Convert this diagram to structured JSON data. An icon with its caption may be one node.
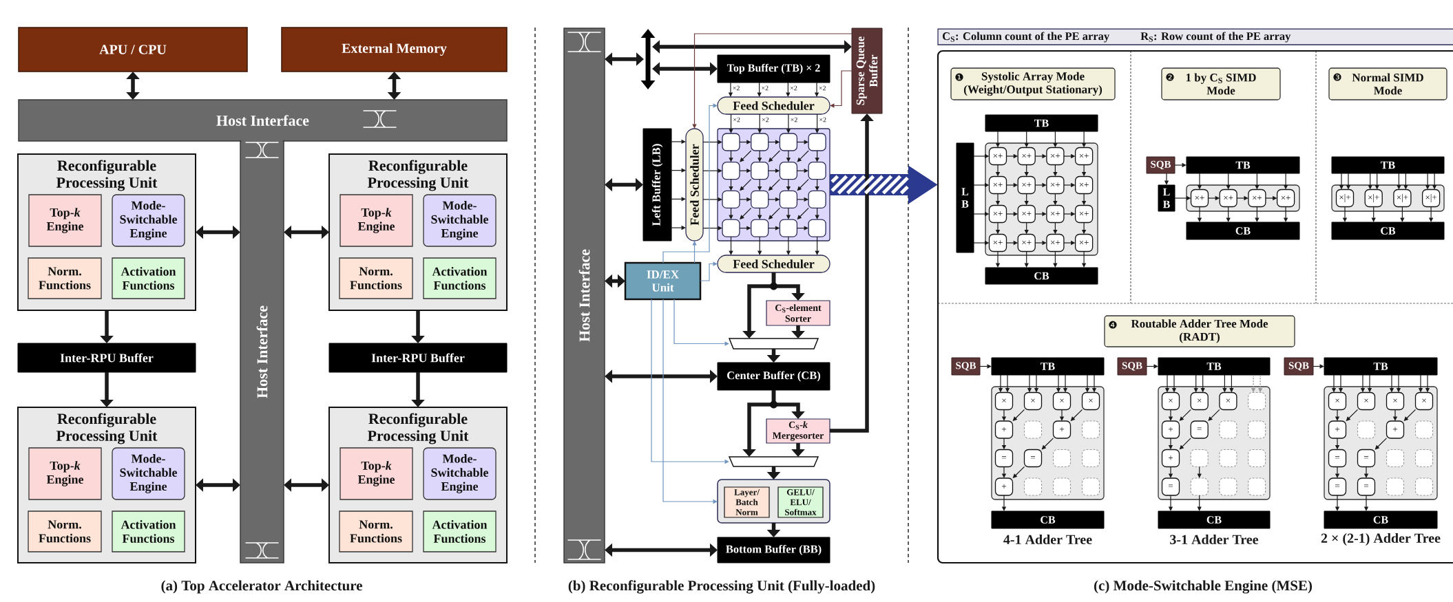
{
  "diagram": {
    "nodes": [
      {
        "text": [
          "APU / CPU"
        ]
      },
      {
        "text": [
          "External Memory"
        ]
      },
      {
        "text": [
          "Host Interface"
        ]
      },
      {
        "text": [
          "Host Interface"
        ]
      },
      {
        "text": [
          "Reconfigurable Processing Unit"
        ]
      },
      {
        "text": [
          "Top-*k* Engine"
        ],
        "in": 4
      },
      {
        "text": [
          "Mode- Switchable Engine"
        ],
        "in": 4
      },
      {
        "text": [
          "Norm. Functions"
        ],
        "in": 4
      },
      {
        "text": [
          "Activation Functions"
        ],
        "in": 4
      },
      {
        "text": [
          "Reconfigurable Processing Unit"
        ]
      },
      {
        "text": [
          "Top-*k* Engine"
        ],
        "in": 9
      },
      {
        "text": [
          "Mode- Switchable Engine"
        ],
        "in": 9
      },
      {
        "text": [
          "Norm. Functions"
        ],
        "in": 9
      },
      {
        "text": [
          "Activation Functions"
        ],
        "in": 9
      },
      {
        "text": [
          "Inter-RPU Buffer"
        ]
      },
      {
        "text": [
          "Inter-RPU Buffer"
        ]
      },
      {
        "text": [
          "Reconfigurable Processing Unit"
        ]
      },
      {
        "text": [
          "Top-*k* Engine"
        ],
        "in": 16
      },
      {
        "text": [
          "Mode- Switchable Engine"
        ],
        "in": 16
      },
      {
        "text": [
          "Norm. Functions"
        ],
        "in": 16
      },
      {
        "text": [
          "Activation Functions"
        ],
        "in": 16
      },
      {
        "text": [
          "Reconfigurable Processing Unit"
        ]
      },
      {
        "text": [
          "Top-*k* Engine"
        ],
        "in": 21
      },
      {
        "text": [
          "Mode- Switchable Engine"
        ],
        "in": 21
      },
      {
        "text": [
          "Norm. Functions"
        ],
        "in": 21
      },
      {
        "text": [
          "Activation Functions"
        ],
        "in": 21
      },
      {
        "text": [
          "Host Interface"
        ]
      },
      {
        "text": [],
        "shape": "bar"
      },
      {
        "text": [
          "Sparse Queue Buffer"
        ]
      },
      {
        "text": [
          "Top Buffer (TB) × 2"
        ]
      },
      {
        "text": [
          "Feed Scheduler"
        ]
      },
      {
        "text": [
          "Left Buffer (LB)"
        ]
      },
      {
        "text": [
          "Feed Scheduler"
        ]
      },
      {
        "text": [],
        "shape": "box"
      },
      {
        "text": [],
        "shape": "box",
        "in": 33
      },
      {
        "text": [],
        "shape": "box",
        "in": 33
      },
      {
        "text": [],
        "shape": "box",
        "in": 33
      },
      {
        "text": [],
        "shape": "box",
        "in": 33
      },
      {
        "text": [],
        "shape": "box",
        "in": 33
      },
      {
        "text": [],
        "shape": "box",
        "in": 33
      },
      {
        "text": [],
        "shape": "box",
        "in": 33
      },
      {
        "text": [],
        "shape": "box",
        "in": 33
      },
      {
        "text": [],
        "shape": "box",
        "in": 33
      },
      {
        "text": [],
        "shape": "box",
        "in": 33
      },
      {
        "text": [],
        "shape": "box",
        "in": 33
      },
      {
        "text": [],
        "shape": "box",
        "in": 33
      },
      {
        "text": [],
        "shape": "box",
        "in": 33
      },
      {
        "text": [],
        "shape": "box",
        "in": 33
      },
      {
        "text": [],
        "shape": "box",
        "in": 33
      },
      {
        "text": [],
        "shape": "box",
        "in": 33
      },
      {
        "text": [
          "Feed Scheduler"
        ]
      },
      {
        "text": [
          "ID/EX Unit"
        ]
      },
      {
        "text": [
          "C$_{S}$-element Sorter"
        ]
      },
      {
        "text": [],
        "shape": "trapezoid"
      },
      {
        "text": [
          "Center Buffer (CB)"
        ]
      },
      {
        "text": [
          "C$_{S}$-*k* Mergesorter"
        ]
      },
      {
        "text": [],
        "shape": "trapezoid"
      },
      {
        "text": [],
        "shape": "box"
      },
      {
        "text": [
          "Layer/ Batch Norm"
        ],
        "in": 57
      },
      {
        "text": [
          "GELU/ ELU/ Softmax"
        ],
        "in": 57
      },
      {
        "text": [
          "Bottom Buffer (BB)"
        ]
      },
      {
        "text": [
          "C$_{S}$: Column count of the PE array",
          "R$_{S}$: Row count of the PE array"
        ]
      },
      {
        "text": [],
        "shape": "box"
      },
      {
        "text": [
          "❶",
          "Systolic Array Mode (Weight/Output Stationary)"
        ],
        "in": 62
      },
      {
        "text": [
          "❷",
          "1 by C$_{S}$ SIMD Mode"
        ],
        "in": 62
      },
      {
        "text": [
          "❸",
          "Normal SIMD Mode"
        ],
        "in": 62
      },
      {
        "text": [
          "TB"
        ],
        "in": 62
      },
      {
        "text": [
          "L B"
        ],
        "in": 62
      },
      {
        "text": [],
        "shape": "box",
        "in": 62
      },
      {
        "text": [
          "×+"
        ],
        "in": 68
      },
      {
        "text": [
          "×+"
        ],
        "in": 68
      },
      {
        "text": [
          "×+"
        ],
        "in": 68
      },
      {
        "text": [
          "×+"
        ],
        "in": 68
      },
      {
        "text": [
          "×+"
        ],
        "in": 68
      },
      {
        "text": [
          "×+"
        ],
        "in": 68
      },
      {
        "text": [
          "×+"
        ],
        "in": 68
      },
      {
        "text": [
          "×+"
        ],
        "in": 68
      },
      {
        "text": [
          "×+"
        ],
        "in": 68
      },
      {
        "text": [
          "×+"
        ],
        "in": 68
      },
      {
        "text": [
          "×+"
        ],
        "in": 68
      },
      {
        "text": [
          "×+"
        ],
        "in": 68
      },
      {
        "text": [
          "×+"
        ],
        "in": 68
      },
      {
        "text": [
          "×+"
        ],
        "in": 68
      },
      {
        "text": [
          "×+"
        ],
        "in": 68
      },
      {
        "text": [
          "×+"
        ],
        "in": 68
      },
      {
        "text": [
          "CB"
        ],
        "in": 62
      },
      {
        "text": [
          "SQB"
        ],
        "in": 62
      },
      {
        "text": [
          "TB"
        ],
        "in": 62
      },
      {
        "text": [
          "L B"
        ],
        "in": 62
      },
      {
        "text": [],
        "shape": "box",
        "in": 62
      },
      {
        "text": [
          "×+"
        ],
        "in": 89
      },
      {
        "text": [
          "×+"
        ],
        "in": 89
      },
      {
        "text": [
          "×+"
        ],
        "in": 89
      },
      {
        "text": [
          "×+"
        ],
        "in": 89
      },
      {
        "text": [
          "CB"
        ],
        "in": 62
      },
      {
        "text": [
          "TB"
        ],
        "in": 62
      },
      {
        "text": [],
        "shape": "box",
        "in": 62
      },
      {
        "text": [
          "×|+"
        ],
        "in": 96
      },
      {
        "text": [
          "×|+"
        ],
        "in": 96
      },
      {
        "text": [
          "×|+"
        ],
        "in": 96
      },
      {
        "text": [
          "×|+"
        ],
        "in": 96
      },
      {
        "text": [
          "CB"
        ],
        "in": 62
      },
      {
        "text": [
          "❹",
          "Routable Adder Tree Mode (RADT)"
        ],
        "in": 62
      },
      {
        "text": [
          "SQB"
        ],
        "in": 62
      },
      {
        "text": [
          "TB"
        ],
        "in": 62
      },
      {
        "text": [],
        "shape": "box",
        "in": 62
      },
      {
        "text": [
          "×"
        ],
        "in": 105
      },
      {
        "text": [
          "×"
        ],
        "in": 105
      },
      {
        "text": [
          "×"
        ],
        "in": 105
      },
      {
        "text": [
          "×"
        ],
        "in": 105
      },
      {
        "text": [
          "+"
        ],
        "in": 105
      },
      {
        "text": [],
        "shape": "box",
        "in": 105
      },
      {
        "text": [
          "+"
        ],
        "in": 105
      },
      {
        "text": [],
        "shape": "box",
        "in": 105
      },
      {
        "text": [
          "="
        ],
        "in": 105
      },
      {
        "text": [
          "="
        ],
        "in": 105
      },
      {
        "text": [],
        "shape": "box",
        "in": 105
      },
      {
        "text": [],
        "shape": "box",
        "in": 105
      },
      {
        "text": [
          "+"
        ],
        "in": 105
      },
      {
        "text": [],
        "shape": "box",
        "in": 105
      },
      {
        "text": [],
        "shape": "box",
        "in": 105
      },
      {
        "text": [],
        "shape": "box",
        "in": 105
      },
      {
        "text": [
          "CB"
        ],
        "in": 62
      },
      {
        "text": [
          "SQB"
        ],
        "in": 62
      },
      {
        "text": [
          "TB"
        ],
        "in": 62
      },
      {
        "text": [],
        "shape": "box",
        "in": 62
      },
      {
        "text": [
          "×"
        ],
        "in": 125
      },
      {
        "text": [
          "×"
        ],
        "in": 125
      },
      {
        "text": [
          "×"
        ],
        "in": 125
      },
      {
        "text": [],
        "shape": "box",
        "in": 125
      },
      {
        "text": [
          "+"
        ],
        "in": 125
      },
      {
        "text": [
          "="
        ],
        "in": 125
      },
      {
        "text": [],
        "shape": "box",
        "in": 125
      },
      {
        "text": [],
        "shape": "box",
        "in": 125
      },
      {
        "text": [
          "+"
        ],
        "in": 125
      },
      {
        "text": [],
        "shape": "box",
        "in": 125
      },
      {
        "text": [],
        "shape": "box",
        "in": 125
      },
      {
        "text": [],
        "shape": "box",
        "in": 125
      },
      {
        "text": [
          "="
        ],
        "in": 125
      },
      {
        "text": [],
        "shape": "box",
        "in": 125
      },
      {
        "text": [],
        "shape": "box",
        "in": 125
      },
      {
        "text": [],
        "shape": "box",
        "in": 125
      },
      {
        "text": [
          "CB"
        ],
        "in": 62
      },
      {
        "text": [
          "SQB"
        ],
        "in": 62
      },
      {
        "text": [
          "TB"
        ],
        "in": 62
      },
      {
        "text": [],
        "shape": "box",
        "in": 62
      },
      {
        "text": [
          "×"
        ],
        "in": 145
      },
      {
        "text": [
          "×"
        ],
        "in": 145
      },
      {
        "text": [
          "×"
        ],
        "in": 145
      },
      {
        "text": [
          "×"
        ],
        "in": 145
      },
      {
        "text": [
          "+"
        ],
        "in": 145
      },
      {
        "text": [],
        "shape": "box",
        "in": 145
      },
      {
        "text": [
          "+"
        ],
        "in": 145
      },
      {
        "text": [],
        "shape": "box",
        "in": 145
      },
      {
        "text": [
          "="
        ],
        "in": 145
      },
      {
        "text": [
          "="
        ],
        "in": 145
      },
      {
        "text": [],
        "shape": "box",
        "in": 145
      },
      {
        "text": [],
        "shape": "box",
        "in": 145
      },
      {
        "text": [
          "="
        ],
        "in": 145
      },
      {
        "text": [
          "="
        ],
        "in": 145
      },
      {
        "text": [],
        "shape": "box",
        "in": 145
      },
      {
        "text": [],
        "shape": "box",
        "in": 145
      },
      {
        "text": [
          "CB"
        ],
        "in": 62
      }
    ],
    "edges": [
      {
        "from": 0,
        "to": 2,
        "arrow": "both",
        "style": "thick"
      },
      {
        "from": 1,
        "to": 2,
        "arrow": "both",
        "style": "thick"
      },
      {
        "from": 4,
        "to": 3,
        "arrow": "both",
        "style": "thick"
      },
      {
        "from": 9,
        "to": 3,
        "arrow": "both",
        "style": "thick"
      },
      {
        "from": 16,
        "to": 3,
        "arrow": "both",
        "style": "thick"
      },
      {
        "from": 21,
        "to": 3,
        "arrow": "both",
        "style": "thick"
      },
      {
        "from": 4,
        "to": 14,
        "arrow": "to",
        "style": "thick"
      },
      {
        "from": 14,
        "to": 16,
        "arrow": "to",
        "style": "thick"
      },
      {
        "from": 9,
        "to": 15,
        "arrow": "to",
        "style": "thick"
      },
      {
        "from": 15,
        "to": 21,
        "arrow": "to",
        "style": "thick"
      },
      {
        "from": 26,
        "to": 27,
        "arrow": "both",
        "style": "thick"
      },
      {
        "from": 27,
        "to": 28,
        "arrow": "both",
        "style": "thick"
      },
      {
        "from": 27,
        "to": 29,
        "arrow": "both",
        "style": "thick"
      },
      {
        "from": 26,
        "to": 31,
        "arrow": "both",
        "style": "thick"
      },
      {
        "from": 26,
        "to": 51,
        "arrow": "both",
        "style": "thick"
      },
      {
        "from": 26,
        "to": 54,
        "arrow": "both",
        "style": "thick"
      },
      {
        "from": 26,
        "to": 60,
        "arrow": "both",
        "style": "thick"
      },
      {
        "from": 28,
        "to": 32,
        "arrow": "to",
        "color": "#6b3a3a"
      },
      {
        "from": 28,
        "to": 30,
        "arrow": "to",
        "color": "#6b3a3a"
      },
      {
        "from": 29,
        "to": 30,
        "arrow": "to",
        "label": "×2"
      },
      {
        "from": 29,
        "to": 30,
        "arrow": "to",
        "label": "×2"
      },
      {
        "from": 29,
        "to": 30,
        "arrow": "to",
        "label": "×2"
      },
      {
        "from": 29,
        "to": 30,
        "arrow": "to",
        "label": "×2"
      },
      {
        "from": 30,
        "to": 34,
        "arrow": "to",
        "label": "×2"
      },
      {
        "from": 30,
        "to": 35,
        "arrow": "to",
        "label": "×2"
      },
      {
        "from": 30,
        "to": 36,
        "arrow": "to",
        "label": "×2"
      },
      {
        "from": 30,
        "to": 37,
        "arrow": "to",
        "label": "×2"
      },
      {
        "from": 31,
        "to": 32,
        "arrow": "to"
      },
      {
        "from": 31,
        "to": 32,
        "arrow": "to"
      },
      {
        "from": 31,
        "to": 32,
        "arrow": "to"
      },
      {
        "from": 31,
        "to": 32,
        "arrow": "to"
      },
      {
        "from": 32,
        "to": 34,
        "arrow": "to"
      },
      {
        "from": 32,
        "to": 38,
        "arrow": "to"
      },
      {
        "from": 32,
        "to": 42,
        "arrow": "to"
      },
      {
        "from": 32,
        "to": 46,
        "arrow": "to"
      },
      {
        "from": 34,
        "to": 35,
        "arrow": "to"
      },
      {
        "from": 35,
        "to": 36,
        "arrow": "to"
      },
      {
        "from": 36,
        "to": 37,
        "arrow": "to"
      },
      {
        "from": 38,
        "to": 39,
        "arrow": "to"
      },
      {
        "from": 39,
        "to": 40,
        "arrow": "to"
      },
      {
        "from": 40,
        "to": 41,
        "arrow": "to"
      },
      {
        "from": 42,
        "to": 43,
        "arrow": "to"
      },
      {
        "from": 43,
        "to": 44,
        "arrow": "to"
      },
      {
        "from": 44,
        "to": 45,
        "arrow": "to"
      },
      {
        "from": 46,
        "to": 47,
        "arrow": "to"
      },
      {
        "from": 47,
        "to": 48,
        "arrow": "to"
      },
      {
        "from": 48,
        "to": 49,
        "arrow": "to"
      },
      {
        "from": 34,
        "to": 38,
        "arrow": "to"
      },
      {
        "from": 35,
        "to": 39,
        "arrow": "to"
      },
      {
        "from": 36,
        "to": 40,
        "arrow": "to"
      },
      {
        "from": 37,
        "to": 41,
        "arrow": "to"
      },
      {
        "from": 38,
        "to": 42,
        "arrow": "to"
      },
      {
        "from": 39,
        "to": 43,
        "arrow": "to"
      },
      {
        "from": 40,
        "to": 44,
        "arrow": "to"
      },
      {
        "from": 41,
        "to": 45,
        "arrow": "to"
      },
      {
        "from": 42,
        "to": 46,
        "arrow": "to"
      },
      {
        "from": 43,
        "to": 47,
        "arrow": "to"
      },
      {
        "from": 44,
        "to": 48,
        "arrow": "to"
      },
      {
        "from": 45,
        "to": 49,
        "arrow": "to"
      },
      {
        "from": 35,
        "to": 38,
        "arrow": "to"
      },
      {
        "from": 36,
        "to": 39,
        "arrow": "to"
      },
      {
        "from": 37,
        "to": 40,
        "arrow": "to"
      },
      {
        "from": 39,
        "to": 42,
        "arrow": "to"
      },
      {
        "from": 40,
        "to": 43,
        "arrow": "to"
      },
      {
        "from": 41,
        "to": 44,
        "arrow": "to"
      },
      {
        "from": 43,
        "to": 46,
        "arrow": "to"
      },
      {
        "from": 44,
        "to": 47,
        "arrow": "to"
      },
      {
        "from": 45,
        "to": 48,
        "arrow": "to"
      },
      {
        "from": 46,
        "to": 50,
        "arrow": "to"
      },
      {
        "from": 47,
        "to": 50,
        "arrow": "to"
      },
      {
        "from": 48,
        "to": 50,
        "arrow": "to"
      },
      {
        "from": 49,
        "to": 50,
        "arrow": "to"
      },
      {
        "from": 33,
        "to": 62,
        "arrow": "to",
        "style": "thick",
        "color": "#2b3a8f"
      },
      {
        "from": 51,
        "to": 32,
        "arrow": "to",
        "color": "#6f95c0"
      },
      {
        "from": 51,
        "to": 30,
        "arrow": "to",
        "color": "#6f95c0"
      },
      {
        "from": 51,
        "to": 50,
        "arrow": "to",
        "color": "#6f95c0"
      },
      {
        "from": 51,
        "to": 53,
        "arrow": "to",
        "color": "#6f95c0"
      },
      {
        "from": 51,
        "to": 56,
        "arrow": "to",
        "color": "#6f95c0"
      },
      {
        "from": 51,
        "to": 57,
        "arrow": "to",
        "color": "#6f95c0"
      },
      {
        "from": 50,
        "to": 52,
        "arrow": "to",
        "style": "thick"
      },
      {
        "from": 50,
        "to": 53,
        "arrow": "to",
        "style": "thick"
      },
      {
        "from": 52,
        "to": 53,
        "arrow": "to",
        "style": "thick"
      },
      {
        "from": 53,
        "to": 54,
        "arrow": "to",
        "style": "thick"
      },
      {
        "from": 54,
        "to": 55,
        "arrow": "to",
        "style": "thick"
      },
      {
        "from": 54,
        "to": 56,
        "arrow": "to",
        "style": "thick"
      },
      {
        "from": 55,
        "to": 56,
        "arrow": "to",
        "style": "thick"
      },
      {
        "from": 55,
        "to": 28,
        "arrow": "to",
        "style": "thick"
      },
      {
        "from": 56,
        "to": 57,
        "arrow": "to",
        "style": "thick"
      },
      {
        "from": 57,
        "to": 60,
        "arrow": "to",
        "style": "thick"
      },
      {
        "from": 66,
        "to": 69,
        "arrow": "to"
      },
      {
        "from": 66,
        "to": 70,
        "arrow": "to"
      },
      {
        "from": 66,
        "to": 71,
        "arrow": "to"
      },
      {
        "from": 66,
        "to": 72,
        "arrow": "to"
      },
      {
        "from": 67,
        "to": 69,
        "arrow": "to"
      },
      {
        "from": 67,
        "to": 73,
        "arrow": "to"
      },
      {
        "from": 67,
        "to": 77,
        "arrow": "to"
      },
      {
        "from": 67,
        "to": 81,
        "arrow": "to"
      },
      {
        "from": 69,
        "to": 70,
        "arrow": "to"
      },
      {
        "from": 70,
        "to": 71,
        "arrow": "to"
      },
      {
        "from": 71,
        "to": 72,
        "arrow": "to"
      },
      {
        "from": 73,
        "to": 74,
        "arrow": "to"
      },
      {
        "from": 74,
        "to": 75,
        "arrow": "to"
      },
      {
        "from": 75,
        "to": 76,
        "arrow": "to"
      },
      {
        "from": 77,
        "to": 78,
        "arrow": "to"
      },
      {
        "from": 78,
        "to": 79,
        "arrow": "to"
      },
      {
        "from": 79,
        "to": 80,
        "arrow": "to"
      },
      {
        "from": 81,
        "to": 82,
        "arrow": "to"
      },
      {
        "from": 82,
        "to": 83,
        "arrow": "to"
      },
      {
        "from": 83,
        "to": 84,
        "arrow": "to"
      },
      {
        "from": 69,
        "to": 73,
        "arrow": "to"
      },
      {
        "from": 70,
        "to": 74,
        "arrow": "to"
      },
      {
        "from": 71,
        "to": 75,
        "arrow": "to"
      },
      {
        "from": 72,
        "to": 76,
        "arrow": "to"
      },
      {
        "from": 73,
        "to": 77,
        "arrow": "to"
      },
      {
        "from": 74,
        "to": 78,
        "arrow": "to"
      },
      {
        "from": 75,
        "to": 79,
        "arrow": "to"
      },
      {
        "from": 76,
        "to": 80,
        "arrow": "to"
      },
      {
        "from": 77,
        "to": 81,
        "arrow": "to"
      },
      {
        "from": 78,
        "to": 82,
        "arrow": "to"
      },
      {
        "from": 79,
        "to": 83,
        "arrow": "to"
      },
      {
        "from": 80,
        "to": 84,
        "arrow": "to"
      },
      {
        "from": 81,
        "to": 85,
        "arrow": "to"
      },
      {
        "from": 82,
        "to": 85,
        "arrow": "to"
      },
      {
        "from": 83,
        "to": 85,
        "arrow": "to"
      },
      {
        "from": 84,
        "to": 85,
        "arrow": "to"
      },
      {
        "from": 86,
        "to": 87,
        "arrow": "to"
      },
      {
        "from": 86,
        "to": 88,
        "arrow": "to"
      },
      {
        "from": 88,
        "to": 90,
        "arrow": "to"
      },
      {
        "from": 90,
        "to": 91,
        "arrow": "to"
      },
      {
        "from": 91,
        "to": 92,
        "arrow": "to"
      },
      {
        "from": 92,
        "to": 93,
        "arrow": "to"
      },
      {
        "from": 87,
        "to": 90,
        "arrow": "to"
      },
      {
        "from": 87,
        "to": 91,
        "arrow": "to"
      },
      {
        "from": 87,
        "to": 92,
        "arrow": "to"
      },
      {
        "from": 87,
        "to": 93,
        "arrow": "to"
      },
      {
        "from": 90,
        "to": 94,
        "arrow": "to"
      },
      {
        "from": 91,
        "to": 94,
        "arrow": "to"
      },
      {
        "from": 92,
        "to": 94,
        "arrow": "to"
      },
      {
        "from": 93,
        "to": 94,
        "arrow": "to"
      },
      {
        "from": 95,
        "to": 97,
        "arrow": "to"
      },
      {
        "from": 95,
        "to": 97,
        "arrow": "to"
      },
      {
        "from": 95,
        "to": 98,
        "arrow": "to"
      },
      {
        "from": 95,
        "to": 98,
        "arrow": "to"
      },
      {
        "from": 95,
        "to": 99,
        "arrow": "to"
      },
      {
        "from": 95,
        "to": 99,
        "arrow": "to"
      },
      {
        "from": 95,
        "to": 100,
        "arrow": "to"
      },
      {
        "from": 95,
        "to": 100,
        "arrow": "to"
      },
      {
        "from": 97,
        "to": 101,
        "arrow": "to"
      },
      {
        "from": 98,
        "to": 101,
        "arrow": "to"
      },
      {
        "from": 99,
        "to": 101,
        "arrow": "to"
      },
      {
        "from": 100,
        "to": 101,
        "arrow": "to"
      },
      {
        "from": 103,
        "to": 104,
        "arrow": "to"
      },
      {
        "from": 104,
        "to": 106,
        "arrow": "to"
      },
      {
        "from": 104,
        "to": 106,
        "arrow": "to"
      },
      {
        "from": 104,
        "to": 107,
        "arrow": "to"
      },
      {
        "from": 104,
        "to": 107,
        "arrow": "to"
      },
      {
        "from": 104,
        "to": 108,
        "arrow": "to"
      },
      {
        "from": 104,
        "to": 108,
        "arrow": "to"
      },
      {
        "from": 104,
        "to": 109,
        "arrow": "to"
      },
      {
        "from": 104,
        "to": 109,
        "arrow": "to"
      },
      {
        "from": 106,
        "to": 110,
        "arrow": "to"
      },
      {
        "from": 107,
        "to": 110,
        "arrow": "to"
      },
      {
        "from": 108,
        "to": 112,
        "arrow": "to"
      },
      {
        "from": 109,
        "to": 112,
        "arrow": "to"
      },
      {
        "from": 110,
        "to": 114,
        "arrow": "to"
      },
      {
        "from": 112,
        "to": 115,
        "arrow": "to"
      },
      {
        "from": 114,
        "to": 118,
        "arrow": "to"
      },
      {
        "from": 115,
        "to": 118,
        "arrow": "to"
      },
      {
        "from": 118,
        "to": 122,
        "arrow": "to"
      },
      {
        "from": 123,
        "to": 124,
        "arrow": "to"
      },
      {
        "from": 124,
        "to": 126,
        "arrow": "to"
      },
      {
        "from": 124,
        "to": 126,
        "arrow": "to"
      },
      {
        "from": 124,
        "to": 127,
        "arrow": "to"
      },
      {
        "from": 124,
        "to": 127,
        "arrow": "to"
      },
      {
        "from": 124,
        "to": 128,
        "arrow": "to"
      },
      {
        "from": 124,
        "to": 128,
        "arrow": "to"
      },
      {
        "from": 124,
        "to": 129,
        "arrow": "to",
        "style": "dashed",
        "color": "#9a9a9a"
      },
      {
        "from": 124,
        "to": 129,
        "arrow": "to",
        "style": "dashed",
        "color": "#9a9a9a"
      },
      {
        "from": 126,
        "to": 130,
        "arrow": "to"
      },
      {
        "from": 127,
        "to": 130,
        "arrow": "to"
      },
      {
        "from": 128,
        "to": 131,
        "arrow": "to"
      },
      {
        "from": 130,
        "to": 134,
        "arrow": "to"
      },
      {
        "from": 131,
        "to": 134,
        "arrow": "to"
      },
      {
        "from": 134,
        "to": 138,
        "arrow": "to"
      },
      {
        "from": 135,
        "to": 139,
        "arrow": "to"
      },
      {
        "from": 138,
        "to": 142,
        "arrow": "to"
      },
      {
        "from": 139,
        "to": 142,
        "arrow": "to"
      },
      {
        "from": 143,
        "to": 144,
        "arrow": "to"
      },
      {
        "from": 144,
        "to": 146,
        "arrow": "to"
      },
      {
        "from": 144,
        "to": 146,
        "arrow": "to"
      },
      {
        "from": 144,
        "to": 147,
        "arrow": "to"
      },
      {
        "from": 144,
        "to": 147,
        "arrow": "to"
      },
      {
        "from": 144,
        "to": 148,
        "arrow": "to"
      },
      {
        "from": 144,
        "to": 148,
        "arrow": "to"
      },
      {
        "from": 144,
        "to": 149,
        "arrow": "to"
      },
      {
        "from": 144,
        "to": 149,
        "arrow": "to"
      },
      {
        "from": 146,
        "to": 150,
        "arrow": "to"
      },
      {
        "from": 147,
        "to": 150,
        "arrow": "to"
      },
      {
        "from": 148,
        "to": 152,
        "arrow": "to"
      },
      {
        "from": 149,
        "to": 152,
        "arrow": "to"
      },
      {
        "from": 150,
        "to": 154,
        "arrow": "to"
      },
      {
        "from": 152,
        "to": 155,
        "arrow": "to"
      },
      {
        "from": 154,
        "to": 158,
        "arrow": "to"
      },
      {
        "from": 155,
        "to": 159,
        "arrow": "to"
      },
      {
        "from": 158,
        "to": 162,
        "arrow": "to"
      },
      {
        "from": 159,
        "to": 162,
        "arrow": "to"
      }
    ],
    "labels": [
      "4-1 Adder Tree",
      "3-1 Adder Tree",
      "2 × (2-1) Adder Tree",
      "(a) Top Accelerator Architecture",
      "(b) Reconfigurable Processing Unit (Fully-loaded)",
      "(c) Mode-Switchable Engine (MSE)"
    ]
  }
}
